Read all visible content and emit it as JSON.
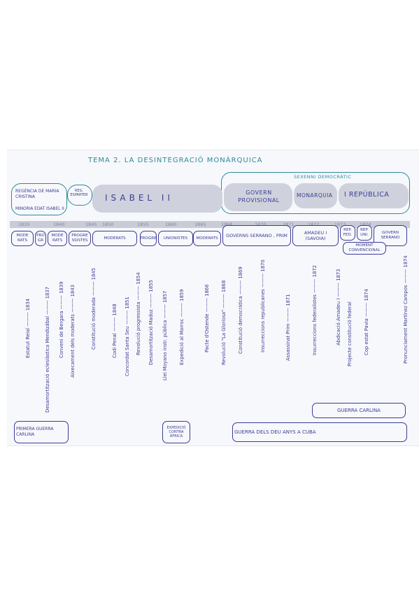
{
  "title": "TEMA 2. LA DESINTEGRACIÓ MONÀRQUICA",
  "periods": {
    "sexenni": "SEXENNI DEMOCRÀTIC",
    "regencia": "REGÈNCIA DE MARIA CRISTINA",
    "regencia_esp": "REG. ESPARTER",
    "minoria": "MINORIA EDAT ISABEL II",
    "isabel": "ISABEL II",
    "govern_prov": "GOVERN PROVISIONAL",
    "monarquia": "MONARQUIA",
    "republica": "I REPÚBLICA"
  },
  "years": [
    "1835",
    "1840",
    "1845",
    "1850",
    "1855",
    "1860",
    "1865",
    "1868",
    "1870",
    "1871",
    "1872",
    "1873",
    "1874"
  ],
  "governs": [
    {
      "label": "MODE RATS"
    },
    {
      "label": "PRO GR"
    },
    {
      "label": "MODE RATS"
    },
    {
      "label": "PROGRE SSISTES"
    },
    {
      "label": "MODERATS"
    },
    {
      "label": "PROGRE"
    },
    {
      "label": "UNIONISTES"
    },
    {
      "label": "MODERATS"
    },
    {
      "label": "GOVERNS SERRANO , PRIM"
    },
    {
      "label": "AMADEU I (SAVOIA)"
    },
    {
      "label": "REP. FED."
    },
    {
      "label": "REP. UNI."
    },
    {
      "label": "GOVERN SERRANO"
    },
    {
      "label": "MOMENT CONVENCIONAL"
    }
  ],
  "events": [
    "Estatut Reial ——— 1834",
    "Desamortització eclesiàstica Mendizábal ——— 1837",
    "Conveni de Bergara ——— 1839",
    "Aixecament dels moderats ——— 1843",
    "Constitució moderada ——— 1845",
    "Codi Penal ——— 1848",
    "Concordat Santa Seu ——— 1851",
    "Revolució progressista ——— 1854",
    "Desamortització Madoz ——— 1855",
    "Llei Moyano instr. pública ——— 1857",
    "Expedició al Marroc ——— 1859",
    "Pacte d'Ostende ——— 1866",
    "Revolució \"La Gloriosa\" ——— 1868",
    "Constitució democràtica ——— 1869",
    "Insurreccions republicanes ——— 1870",
    "Assassinat Prim ——— 1871",
    "Insurreccions federalistes ——— 1872",
    "Abdicació Amadeu I ——— 1873",
    "Projecte constitució federal",
    "Cop estat Pavia ——— 1874",
    "Pronunciament Martínez Campos ——— 1874"
  ],
  "wars": {
    "primera": "PRIMERA GUERRA CARLINA",
    "africa": "EXPEDICIÓ CONTRA ÀFRICA",
    "tercera": "GUERRA CARLINA",
    "cuba": "GUERRA DELS DEU ANYS A CUBA"
  }
}
